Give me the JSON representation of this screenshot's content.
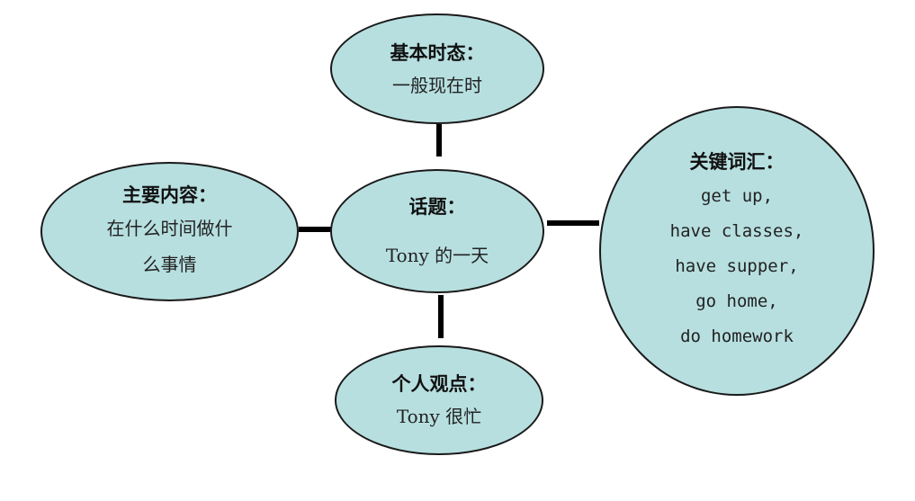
{
  "diagram": {
    "colors": {
      "bubble_fill": "#b7dfe0",
      "bubble_border": "#1a1a1a",
      "connector": "#000000"
    },
    "center": {
      "title": "话题：",
      "text": "Tony 的一天"
    },
    "tense": {
      "title": "基本时态：",
      "text": "一般现在时"
    },
    "content": {
      "title": "主要内容：",
      "lines": [
        "在什么时间做什",
        "么事情"
      ]
    },
    "vocab": {
      "title": "关键词汇：",
      "lines": [
        "get up,",
        "have classes,",
        "have supper,",
        "go home,",
        "do homework"
      ]
    },
    "opinion": {
      "title": "个人观点：",
      "text": "Tony 很忙"
    }
  }
}
